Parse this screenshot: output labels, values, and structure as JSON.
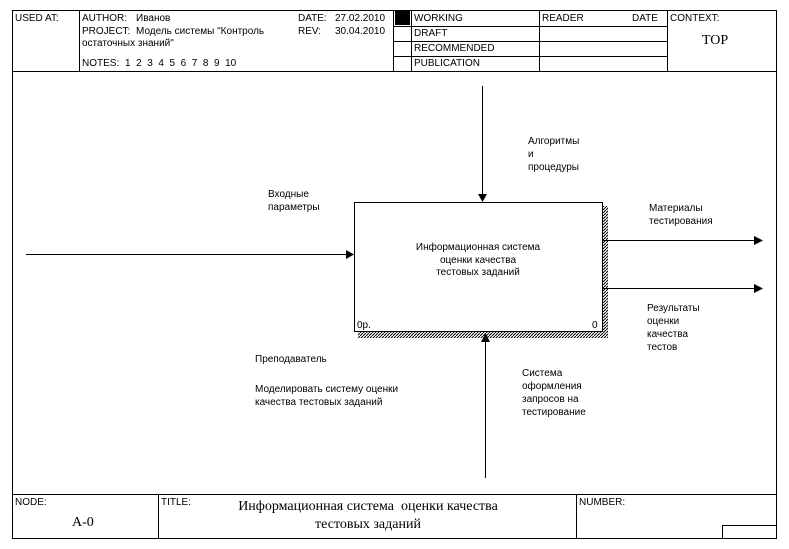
{
  "header": {
    "used_at_label": "USED AT:",
    "author_label": "AUTHOR:",
    "author_value": "Иванов",
    "project_label": "PROJECT:",
    "project_value_line1": "Модель системы \"Контроль",
    "project_value_line2": "остаточных знаний\"",
    "date_label": "DATE:",
    "date_value": "27.02.2010",
    "rev_label": "REV:",
    "rev_value": "30.04.2010",
    "notes_label": "NOTES:",
    "notes_value": "1  2  3  4  5  6  7  8  9  10",
    "status": [
      "WORKING",
      "DRAFT",
      "RECOMMENDED",
      "PUBLICATION"
    ],
    "reader_label": "READER",
    "reader_date_label": "DATE",
    "context_label": "CONTEXT:",
    "context_value": "TOP"
  },
  "diagram": {
    "box": {
      "line1": "Информационная система",
      "line2": "оценки качества",
      "line3": "тестовых заданий",
      "corner_left": "0р.",
      "corner_right": "0"
    },
    "arrows": {
      "control_l1": "Алгоритмы",
      "control_l2": "и",
      "control_l3": "процедуры",
      "input_l1": "Входные",
      "input_l2": "параметры",
      "output1_l1": "Материалы",
      "output1_l2": "тестирования",
      "output2_l1": "Результаты",
      "output2_l2": "оценки",
      "output2_l3": "качества",
      "output2_l4": "тестов",
      "mech_l1": "Система",
      "mech_l2": "оформления",
      "mech_l3": "запросов на",
      "mech_l4": "тестирование"
    },
    "notes": {
      "viewpoint": "Преподаватель",
      "purpose_l1": "Моделировать систему оценки",
      "purpose_l2": "качества тестовых заданий"
    }
  },
  "footer": {
    "node_label": "NODE:",
    "node_value": "A-0",
    "title_label": "TITLE:",
    "title_line1": "Информационная система  оценки качества",
    "title_line2": "тестовых заданий",
    "number_label": "NUMBER:"
  }
}
